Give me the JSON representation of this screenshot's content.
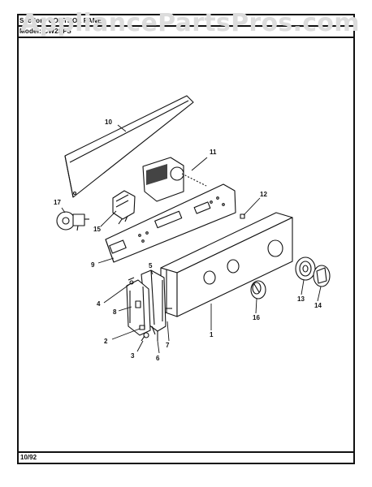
{
  "header": {
    "section_label": "Section: CONTROL PANEL",
    "model_label": "Model: CW2SFS"
  },
  "watermark": "AppliancePartsPros.com",
  "footer": {
    "date": "10/92"
  },
  "parts": [
    {
      "id": "part-1",
      "label": "1"
    },
    {
      "id": "part-2",
      "label": "2"
    },
    {
      "id": "part-3",
      "label": "3"
    },
    {
      "id": "part-4",
      "label": "4"
    },
    {
      "id": "part-5",
      "label": "5"
    },
    {
      "id": "part-6",
      "label": "6"
    },
    {
      "id": "part-7",
      "label": "7"
    },
    {
      "id": "part-8",
      "label": "8"
    },
    {
      "id": "part-9",
      "label": "9"
    },
    {
      "id": "part-10",
      "label": "10"
    },
    {
      "id": "part-11",
      "label": "11"
    },
    {
      "id": "part-12",
      "label": "12"
    },
    {
      "id": "part-13",
      "label": "13"
    },
    {
      "id": "part-14",
      "label": "14"
    },
    {
      "id": "part-15",
      "label": "15"
    },
    {
      "id": "part-16",
      "label": "16"
    },
    {
      "id": "part-17",
      "label": "17"
    }
  ]
}
